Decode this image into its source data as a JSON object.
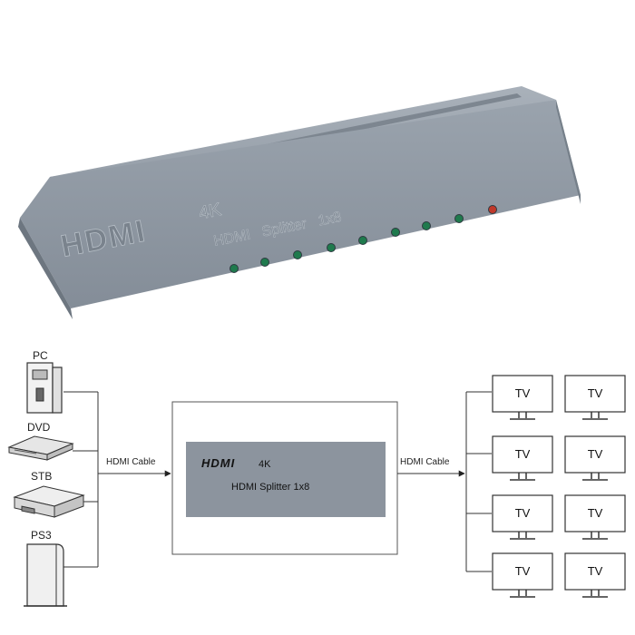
{
  "device": {
    "logo_text": "HDMI",
    "resolution": "4K",
    "model": "HDMI Splitter 1x8",
    "model_embossed": "HDMI   Splitter   1x8"
  },
  "sources": [
    {
      "label": "PC",
      "icon": "pc-tower-icon"
    },
    {
      "label": "DVD",
      "icon": "dvd-player-icon"
    },
    {
      "label": "STB",
      "icon": "set-top-box-icon"
    },
    {
      "label": "PS3",
      "icon": "game-console-icon"
    }
  ],
  "cables": {
    "input_label": "HDMI Cable",
    "output_label": "HDMI Cable"
  },
  "outputs": [
    "TV",
    "TV",
    "TV",
    "TV",
    "TV",
    "TV",
    "TV",
    "TV"
  ],
  "colors": {
    "device_body": "#8d96a1",
    "panel": "#8c949e",
    "power_led": "#c0392b",
    "port_led": "#1f7a4d"
  }
}
